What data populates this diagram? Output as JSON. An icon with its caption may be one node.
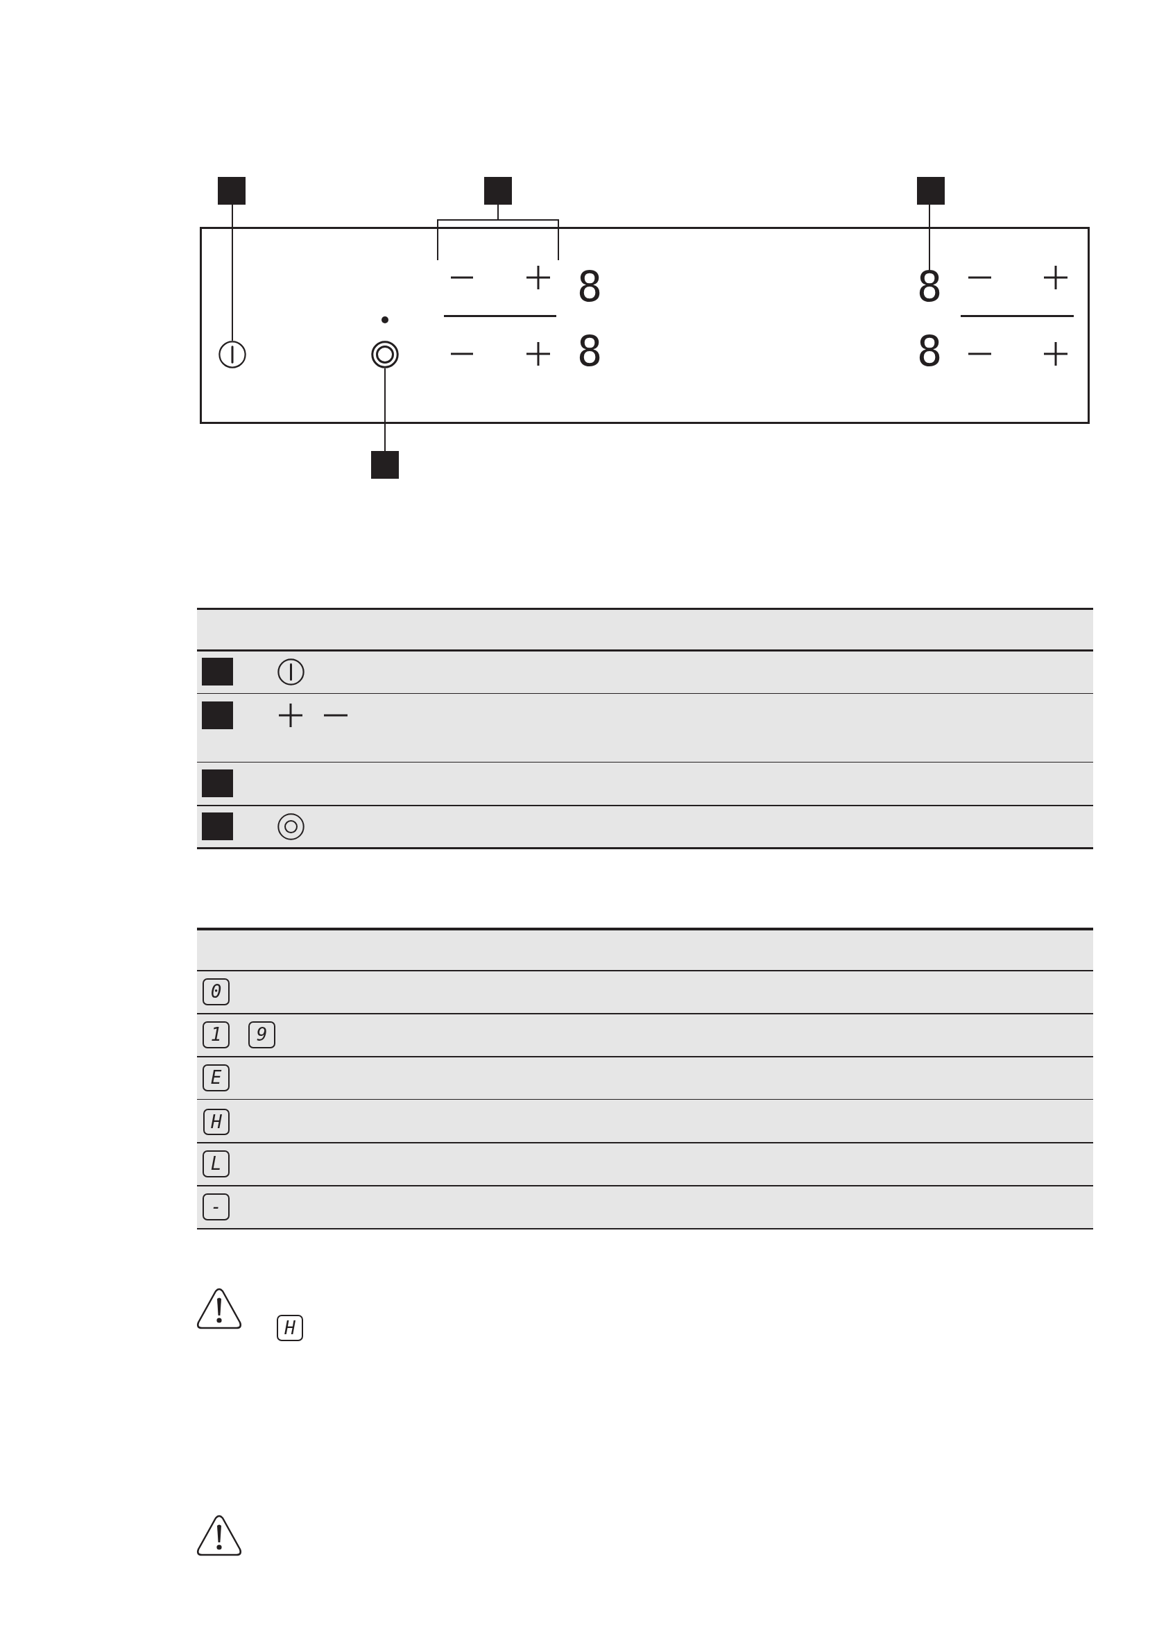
{
  "diagram": {
    "nodes": [
      {
        "text": [],
        "shape": "box"
      },
      {
        "text": [],
        "shape": "box"
      },
      {
        "text": [],
        "shape": "box"
      },
      {
        "text": [],
        "shape": "box"
      },
      {
        "text": [],
        "shape": "circle",
        "in": 3
      },
      {
        "text": [],
        "shape": "circle",
        "in": 3
      },
      {
        "text": [
          "8"
        ],
        "in": 3
      },
      {
        "text": [],
        "shape": "box"
      },
      {
        "text": [],
        "shape": "box"
      },
      {
        "text": [],
        "shape": "box"
      },
      {
        "text": [],
        "shape": "box"
      },
      {
        "text": [],
        "shape": "box"
      }
    ],
    "edges": [
      {
        "from": 0,
        "to": 4,
        "arrow": "none"
      },
      {
        "from": 1,
        "to": null,
        "arrow": "none"
      },
      {
        "from": 2,
        "to": 6,
        "arrow": "none"
      },
      {
        "from": 7,
        "to": 5,
        "arrow": "none"
      }
    ],
    "labels": [
      "8",
      "8",
      "8",
      "0",
      "1",
      "9",
      "E",
      "H",
      "L",
      "-",
      "H"
    ]
  }
}
